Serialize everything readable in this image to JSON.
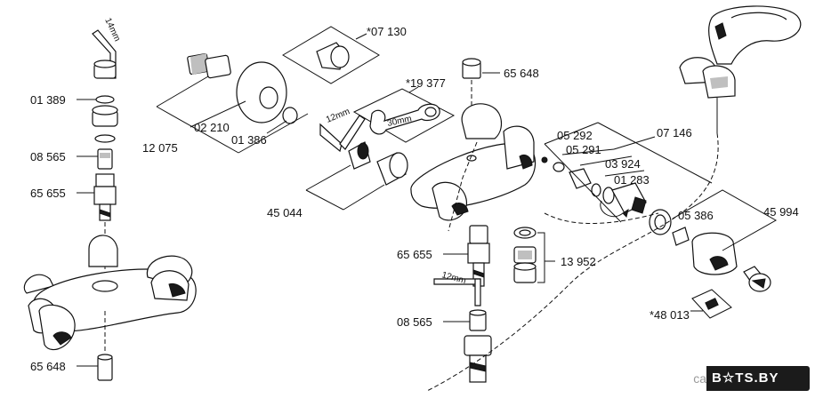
{
  "part_labels": [
    "01 389",
    "08 565",
    "65 655",
    "65 648",
    "02 210",
    "12 075",
    "01 386",
    "*07 130",
    "*19 377",
    "65 648",
    "45 044",
    "65 655",
    "08 565",
    "13 952",
    "05 292",
    "07 146",
    "05 291",
    "03 924",
    "01 283",
    "05 386",
    "45 994",
    "*48 013"
  ],
  "tool_labels": [
    "14mm",
    "12mm",
    "30mm",
    "12mm"
  ],
  "watermark": {
    "prefix": "ca",
    "text": "B☆TS.BY"
  },
  "colors": {
    "ink": "#111111",
    "shade": "#bfbfbf",
    "background": "#ffffff"
  }
}
